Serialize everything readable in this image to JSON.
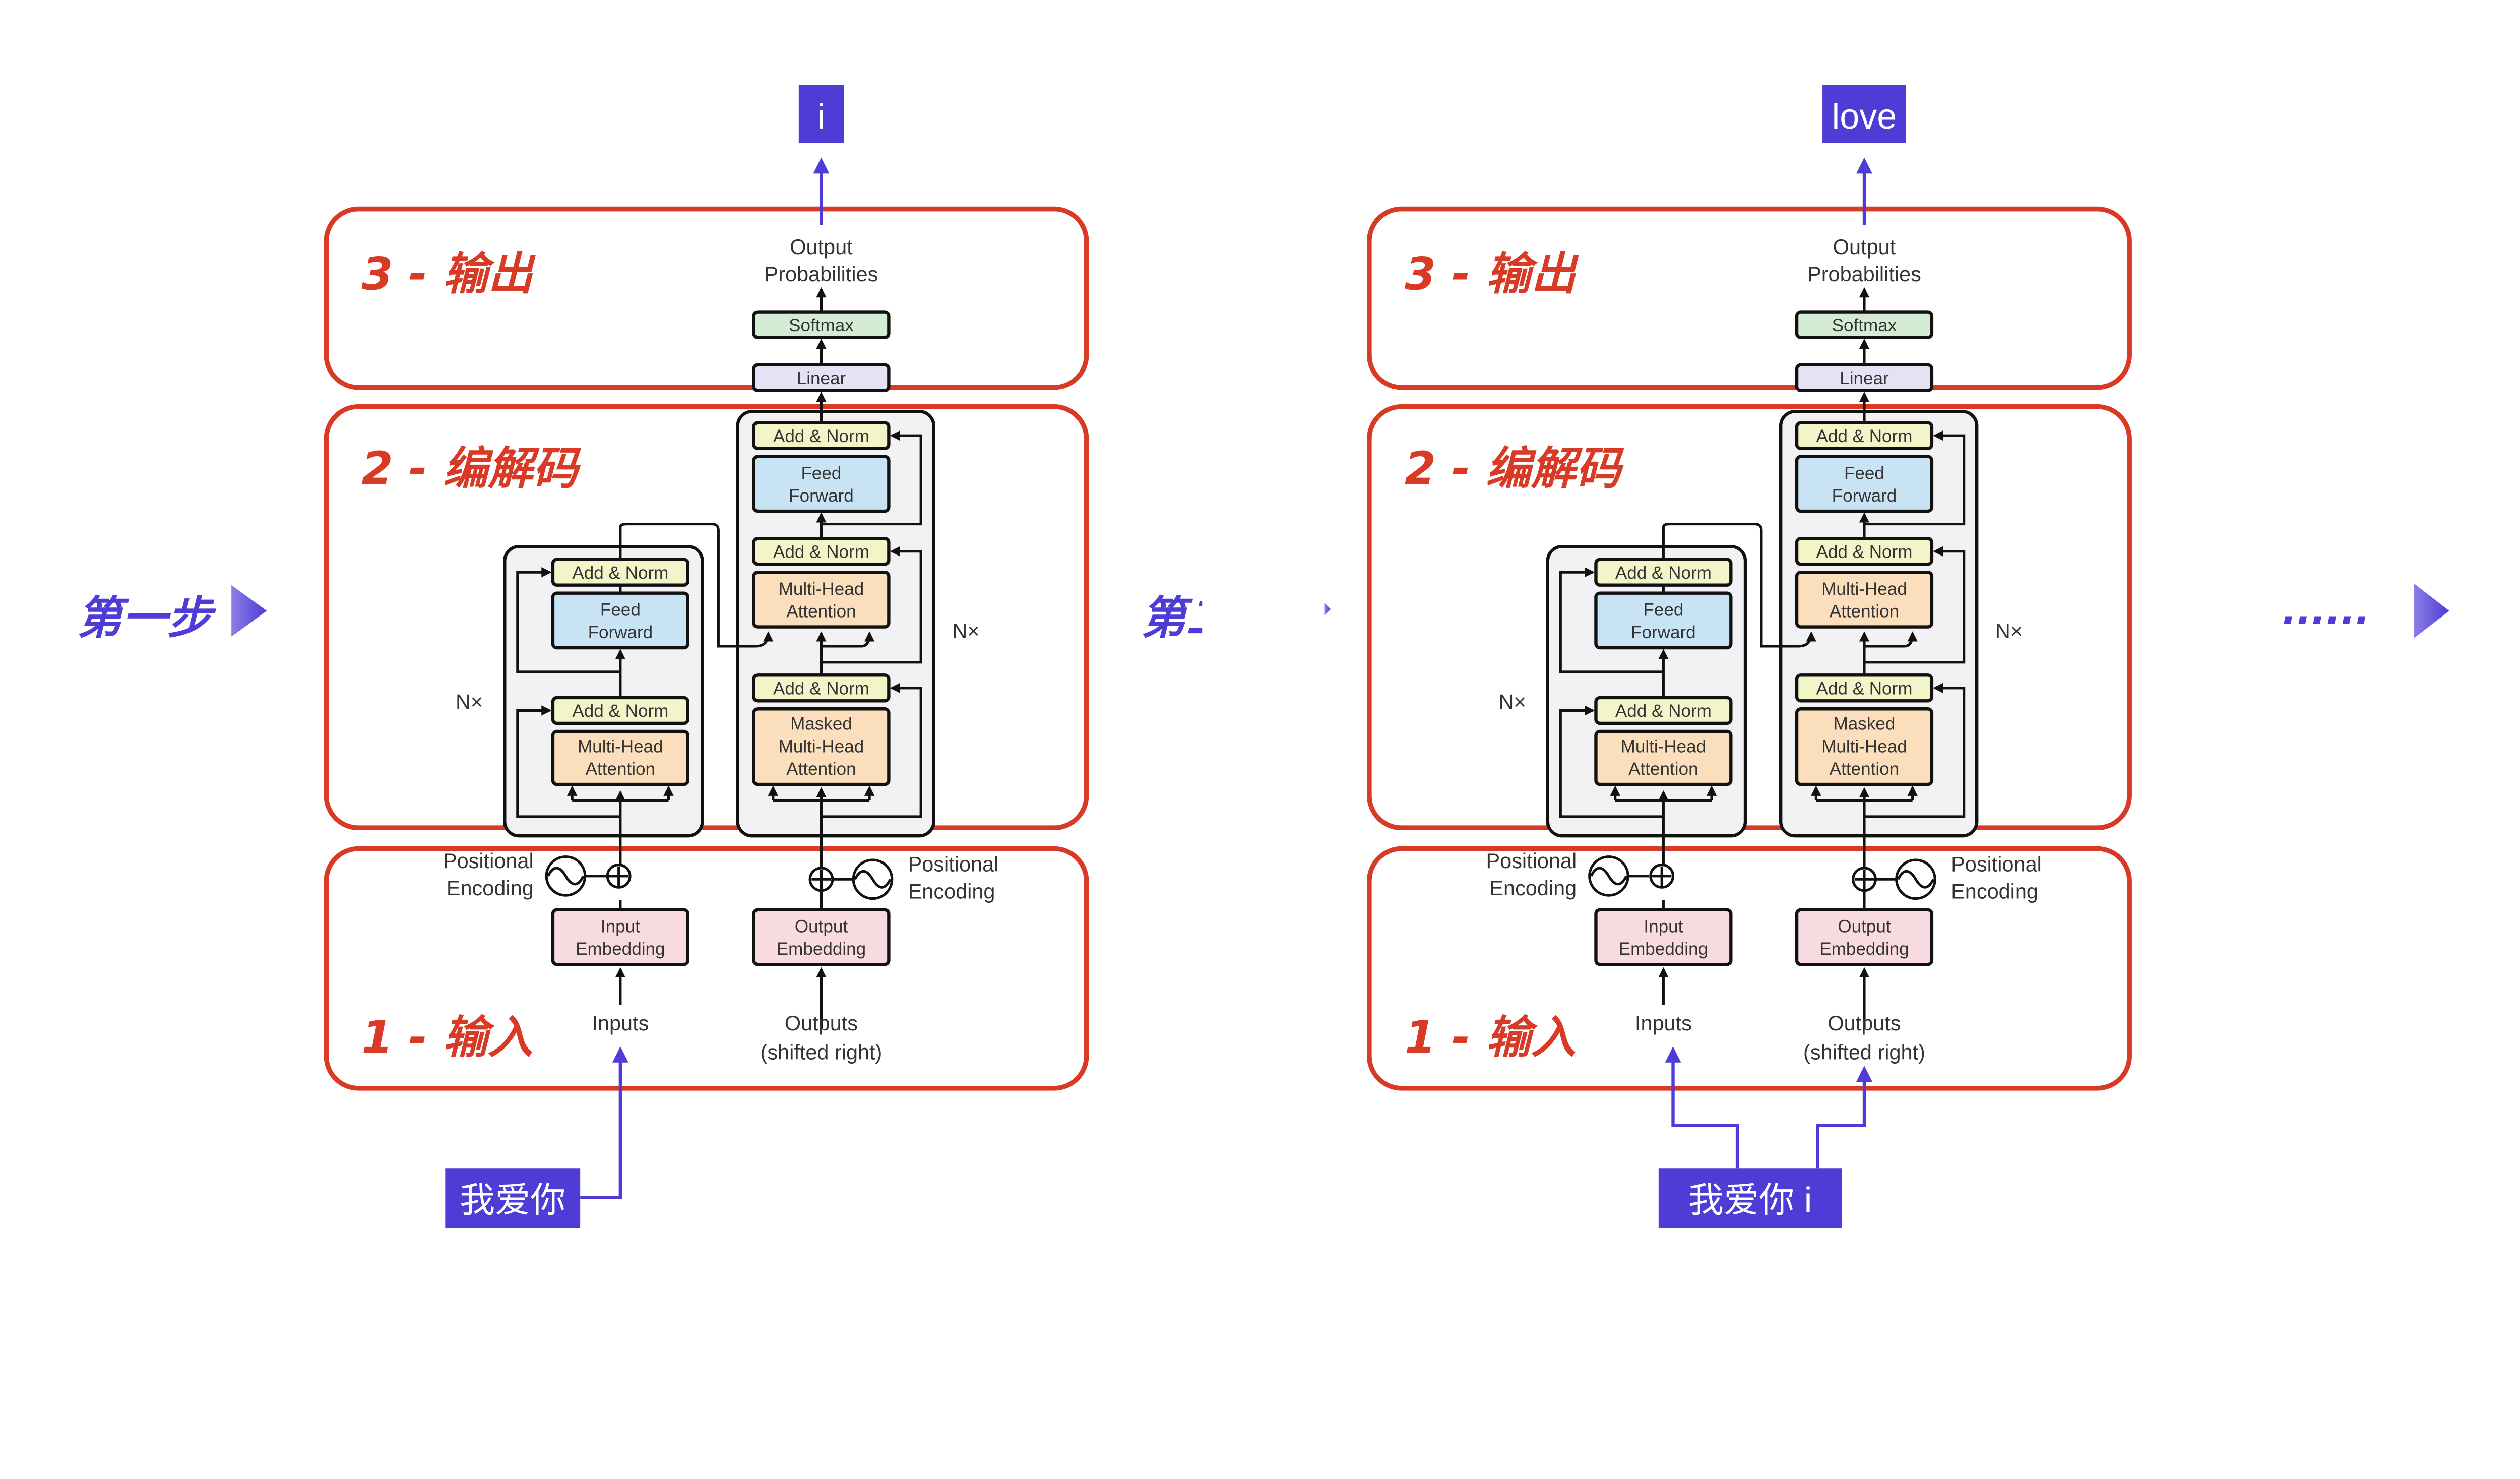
{
  "colors": {
    "accent_purple": "#4f3bd6",
    "section_red": "#d93a26",
    "add_norm": "#f3f5c8",
    "feed_forward": "#c8e4f4",
    "attention": "#fbdfbd",
    "linear": "#e4e2f4",
    "softmax": "#d5ecd4",
    "embedding": "#f7dbe0",
    "block_gray": "#f2f2f4"
  },
  "steps": {
    "step1": "第一步",
    "step2_partial": "第二",
    "more": "......"
  },
  "sections": {
    "output": "3 - 输出",
    "codec": "2 - 编解码",
    "input": "1 - 输入"
  },
  "diagram": {
    "output_probabilities_line1": "Output",
    "output_probabilities_line2": "Probabilities",
    "softmax": "Softmax",
    "linear": "Linear",
    "add_norm": "Add & Norm",
    "feed_line1": "Feed",
    "feed_line2": "Forward",
    "mha_line1": "Multi-Head",
    "mha_line2": "Attention",
    "masked": "Masked",
    "nx": "N×",
    "positional": "Positional",
    "encoding": "Encoding",
    "input_embedding_line1": "Input",
    "input_embedding_line2": "Embedding",
    "output_embedding_line1": "Output",
    "output_embedding_line2": "Embedding",
    "inputs": "Inputs",
    "outputs_line1": "Outputs",
    "outputs_line2": "(shifted right)"
  },
  "panels": [
    {
      "output_token": "i",
      "input_tokens": "我爱你"
    },
    {
      "output_token": "love",
      "input_tokens": "我爱你 i"
    }
  ]
}
